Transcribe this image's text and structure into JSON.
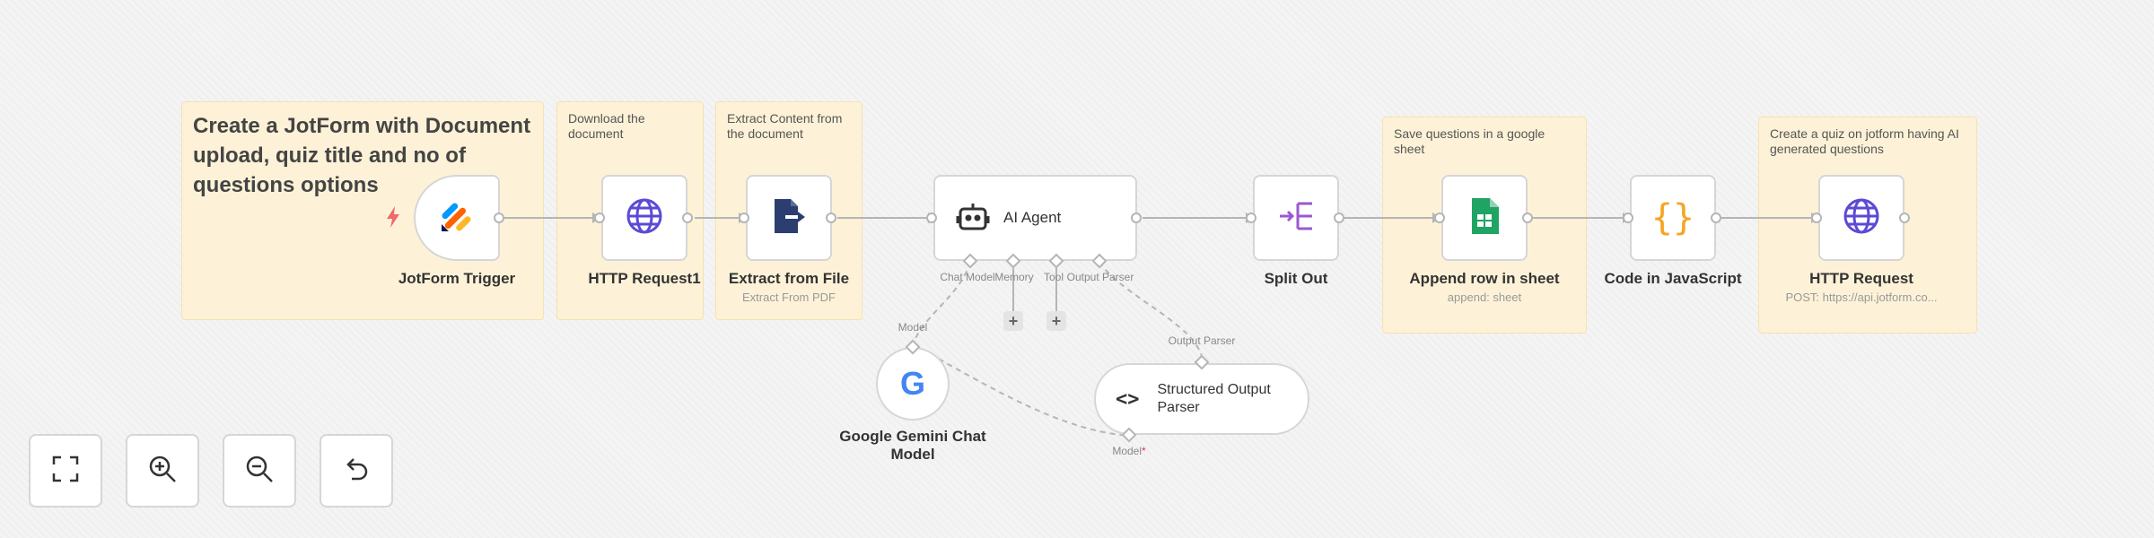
{
  "notes": {
    "jotform": "Create a JotForm with Document upload, quiz title and no of questions options",
    "download": "Download the document",
    "extract": "Extract Content from the document",
    "save": "Save questions in a google sheet",
    "quiz": "Create a quiz on jotform having AI generated questions"
  },
  "nodes": {
    "jotform_trigger": {
      "label": "JotForm Trigger"
    },
    "http_request1": {
      "label": "HTTP Request1"
    },
    "extract_file": {
      "label": "Extract from File",
      "sublabel": "Extract From PDF"
    },
    "ai_agent": {
      "label": "AI Agent"
    },
    "split_out": {
      "label": "Split Out"
    },
    "append_row": {
      "label": "Append row in sheet",
      "sublabel": "append: sheet"
    },
    "code_js": {
      "label": "Code in JavaScript"
    },
    "http_request": {
      "label": "HTTP Request",
      "sublabel": "POST: https://api.jotform.co..."
    },
    "gemini": {
      "label": "Google Gemini Chat Model"
    },
    "output_parser": {
      "label": "Structured Output Parser"
    }
  },
  "ports": {
    "chat_model": "Chat Model",
    "memory": "Memory",
    "tool": "Tool",
    "output_parser": "Output Parser",
    "model_in": "Model",
    "output_parser_in": "Output Parser",
    "model_req": "Model",
    "required_mark": "*"
  },
  "plus_symbol": "+",
  "controls": [
    "fit-view",
    "zoom-in",
    "zoom-out",
    "reset"
  ],
  "colors": {
    "sticky_bg": "#fdf2d7",
    "node_border": "#d6d6d6",
    "connection": "#b5b5b5",
    "sheets_green": "#1fa463",
    "code_orange": "#f5a623",
    "http_blue": "#5b4ad6",
    "split_purple": "#9b59d0"
  }
}
